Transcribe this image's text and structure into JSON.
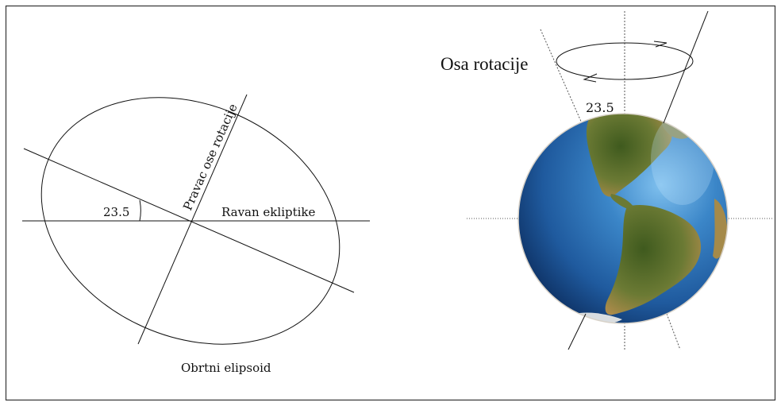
{
  "left_diagram": {
    "angle_label": "23.5",
    "axis_label": "Pravac ose rotacije",
    "ecliptic_label": "Ravan ekliptike",
    "caption": "Obrtni elipsoid"
  },
  "right_diagram": {
    "title": "Osa rotacije",
    "angle_label": "23.5"
  },
  "colors": {
    "ocean": "#2f6fb5",
    "ocean_dark": "#123d7a",
    "land": "#4e6f2a",
    "land_light": "#a58a4a",
    "frame": "#333333"
  }
}
